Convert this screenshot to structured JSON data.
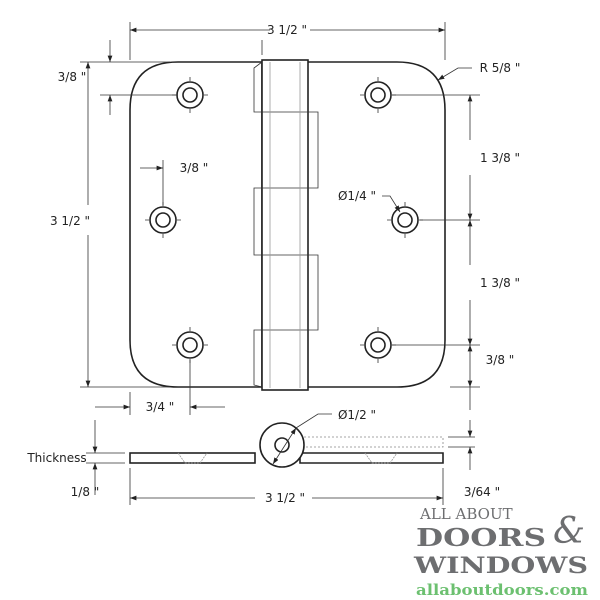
{
  "dimensions": {
    "width": "3 1/2 \"",
    "height": "3 1/2 \"",
    "top_margin": "3/8 \"",
    "hole_offset": "3/8 \"",
    "edge_offset": "3/4 \"",
    "radius": "R 5/8 \"",
    "spacing_upper": "1 3/8 \"",
    "spacing_lower": "1 3/8 \"",
    "bottom_margin": "3/8 \"",
    "hole_diameter": "Ø1/4 \"",
    "pin_diameter": "Ø1/2 \"",
    "thickness_label": "Thickness",
    "thickness": "1/8 \"",
    "side_width": "3 1/2 \"",
    "gap": "3/64 \""
  },
  "logo": {
    "line1": "ALL ABOUT",
    "line2": "DOORS",
    "ampersand": "&",
    "line3": "WINDOWS",
    "url": "allaboutdoors.com",
    "gray": "#6d6e70",
    "green": "#6cc070"
  }
}
